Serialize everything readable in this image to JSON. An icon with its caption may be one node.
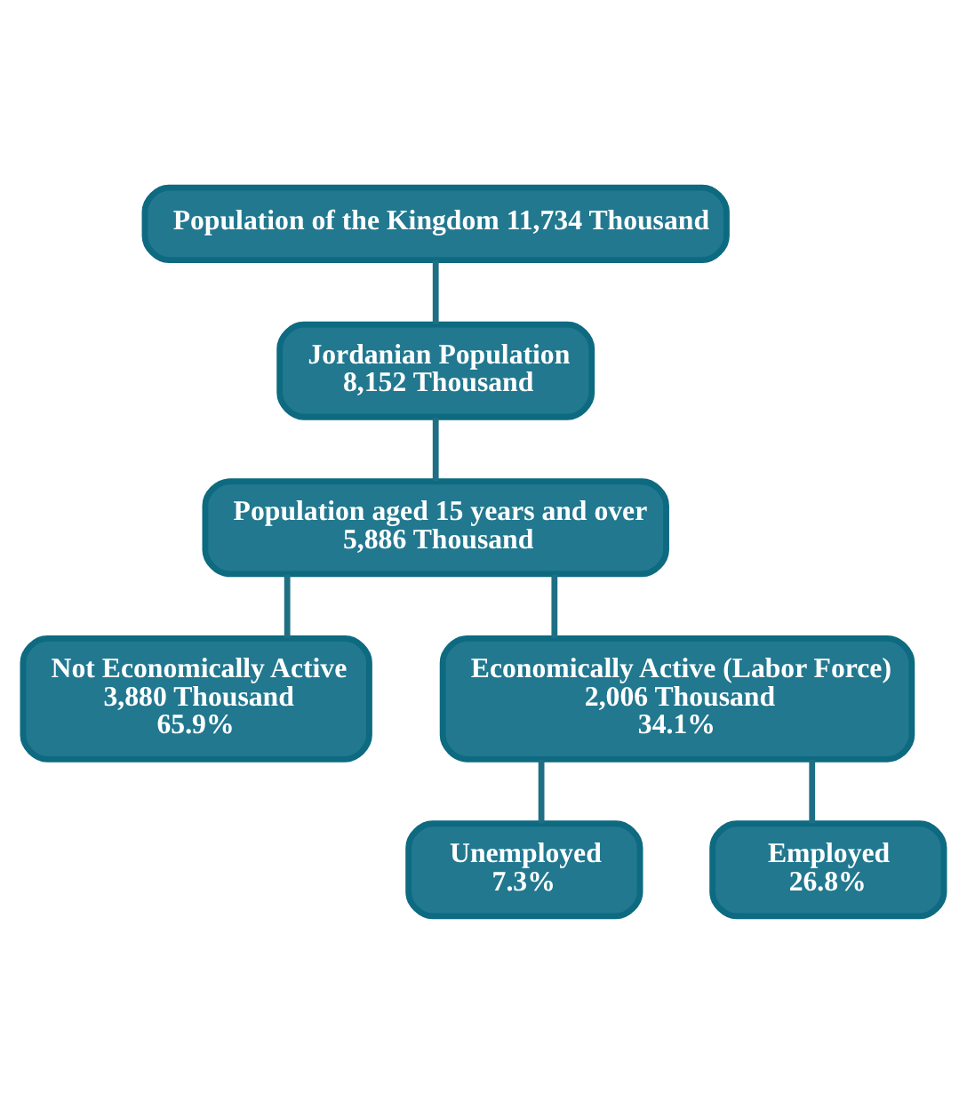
{
  "diagram": {
    "nodes": [
      {
        "text": [
          "Population of the Kingdom 11,734 Thousand"
        ]
      },
      {
        "text": [
          "Jordanian Population",
          "8,152 Thousand"
        ]
      },
      {
        "text": [
          "Population aged 15 years and over",
          "5,886 Thousand"
        ]
      },
      {
        "text": [
          "Not Economically Active",
          "3,880 Thousand",
          "65.9%"
        ]
      },
      {
        "text": [
          "Economically Active (Labor Force)",
          "2,006 Thousand",
          "34.1%"
        ]
      },
      {
        "text": [
          "Unemployed",
          "7.3%"
        ]
      },
      {
        "text": [
          "Employed",
          "26.8%"
        ]
      }
    ],
    "edges": [
      {
        "from": 0,
        "to": 1,
        "arrow": "none"
      },
      {
        "from": 1,
        "to": 2,
        "arrow": "none"
      },
      {
        "from": 2,
        "to": 3,
        "arrow": "none"
      },
      {
        "from": 2,
        "to": 4,
        "arrow": "none"
      },
      {
        "from": 4,
        "to": 5,
        "arrow": "none"
      },
      {
        "from": 4,
        "to": 6,
        "arrow": "none"
      }
    ]
  }
}
